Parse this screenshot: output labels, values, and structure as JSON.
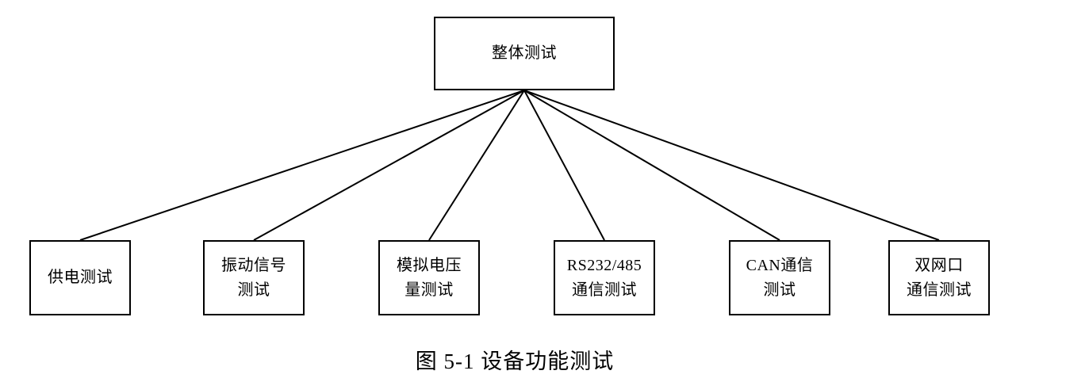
{
  "diagram": {
    "root": {
      "label": "整体测试"
    },
    "children": [
      {
        "label": "供电测试"
      },
      {
        "label": "振动信号\n测试"
      },
      {
        "label": "模拟电压\n量测试"
      },
      {
        "label": "RS232/485\n通信测试"
      },
      {
        "label": "CAN通信\n测试"
      },
      {
        "label": "双网口\n通信测试"
      }
    ],
    "caption": "图 5-1 设备功能测试"
  },
  "colors": {
    "background": "#ffffff",
    "line": "#000000",
    "border": "#000000",
    "text": "#000000"
  }
}
